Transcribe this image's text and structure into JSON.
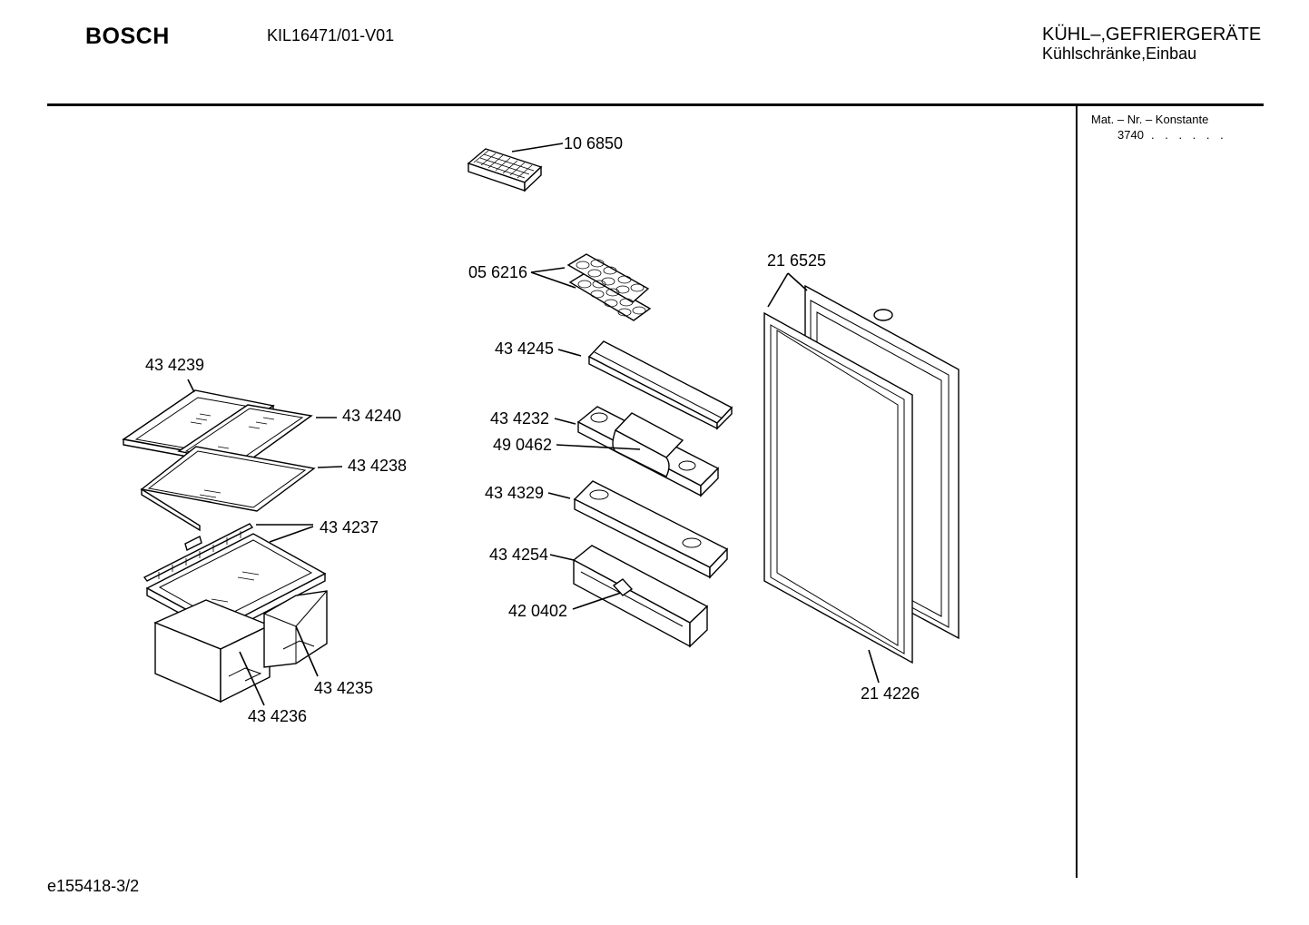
{
  "header": {
    "brand": "BOSCH",
    "model": "KIL16471/01-V01",
    "category_line1": "KÜHL–,GEFRIERGERÄTE",
    "category_line2": "Kühlschränke,Einbau"
  },
  "side_panel": {
    "label": "Mat. – Nr. – Konstante",
    "value": "3740",
    "dots": ". . . . . ."
  },
  "footer": {
    "doc_id": "e155418-3/2"
  },
  "parts": {
    "ice_tray": "10 6850",
    "egg_trays": "05 6216",
    "door_shelf_top": "43 4245",
    "butter_shelf": "43 4232",
    "butter_lid": "49 0462",
    "door_shelf_mid": "43 4329",
    "bottle_shelf": "43 4254",
    "bottle_holder": "42 0402",
    "door_panel": "21 6525",
    "door_gasket": "21 4226",
    "shelf_frame": "43 4239",
    "shelf_glass_small": "43 4240",
    "shelf_glass": "43 4238",
    "crisper_cover": "43 4237",
    "crisper_right": "43 4235",
    "crisper_left": "43 4236"
  }
}
